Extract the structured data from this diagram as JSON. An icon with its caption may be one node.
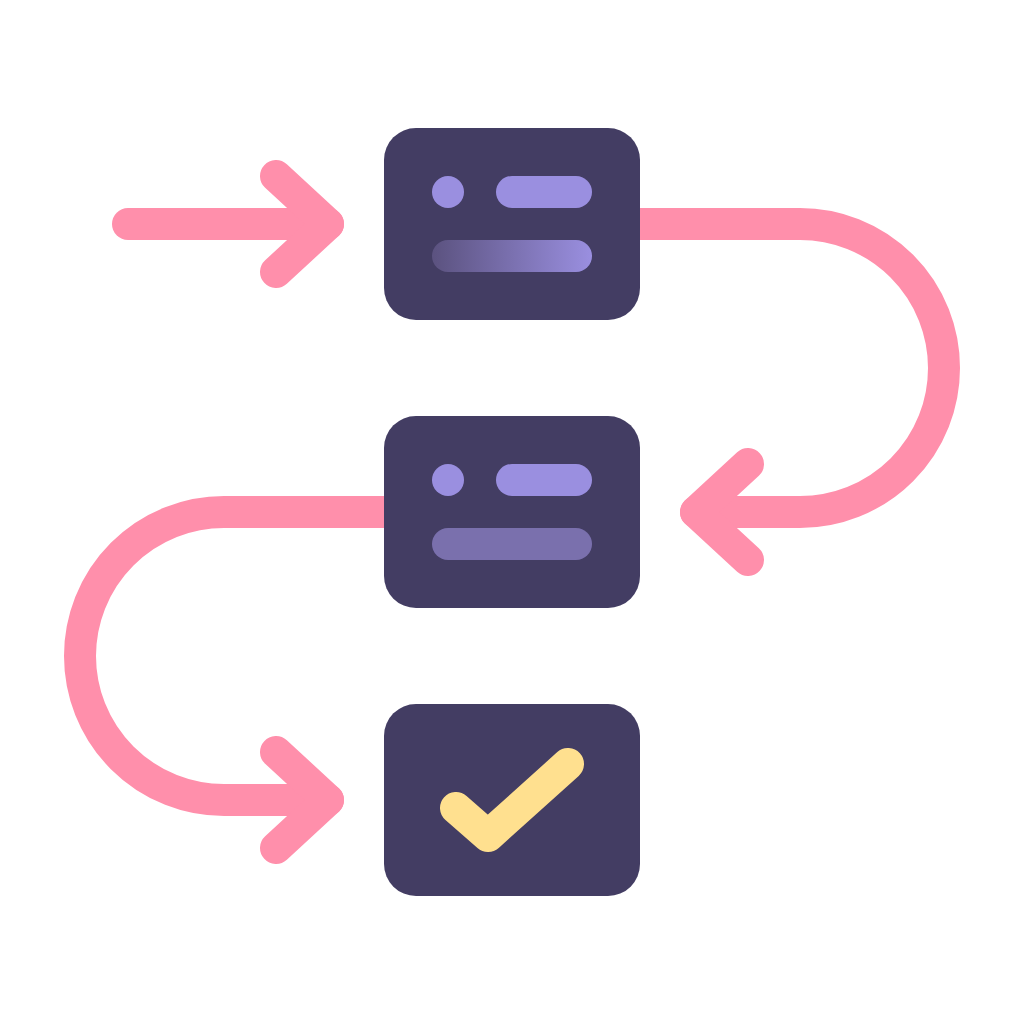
{
  "diagram": {
    "nodes": [
      {
        "text": [],
        "shape": "box"
      },
      {
        "text": [],
        "shape": "box"
      },
      {
        "text": [],
        "shape": "box"
      }
    ],
    "edges": [
      {
        "from": null,
        "to": 0,
        "arrow": "to"
      },
      {
        "from": 0,
        "to": 1,
        "arrow": "to"
      },
      {
        "from": 1,
        "to": 2,
        "arrow": "to"
      }
    ]
  }
}
